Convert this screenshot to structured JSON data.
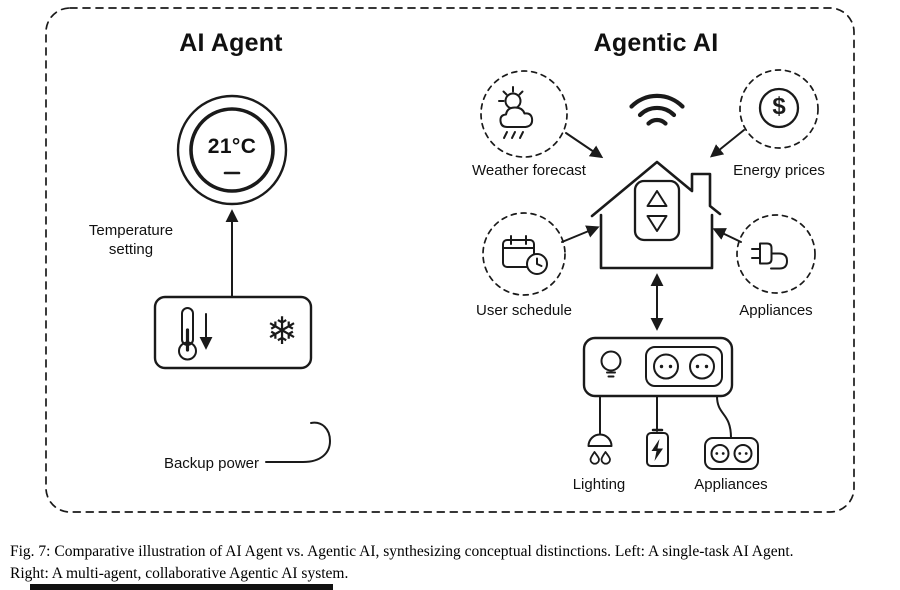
{
  "figure": {
    "left": {
      "title": "AI Agent",
      "thermostat_value": "21°C",
      "temperature_label": "Temperature setting",
      "backup_label": "Backup power"
    },
    "right": {
      "title": "Agentic AI",
      "labels": {
        "weather": "Weather forecast",
        "energy": "Energy prices",
        "schedule": "User schedule",
        "appliances": "Appliances",
        "lighting": "Lighting",
        "appliances_bottom": "Appliances"
      }
    },
    "icons": {
      "snowflake": "❄",
      "dollar": "$"
    },
    "colors": {
      "ink": "#1a1a1a",
      "background": "#ffffff"
    }
  },
  "caption": {
    "line1": "Fig. 7: Comparative illustration of AI Agent vs. Agentic AI, synthesizing conceptual distinctions. Left: A single-task AI Agent.",
    "line2": "Right: A multi-agent, collaborative Agentic AI system."
  }
}
